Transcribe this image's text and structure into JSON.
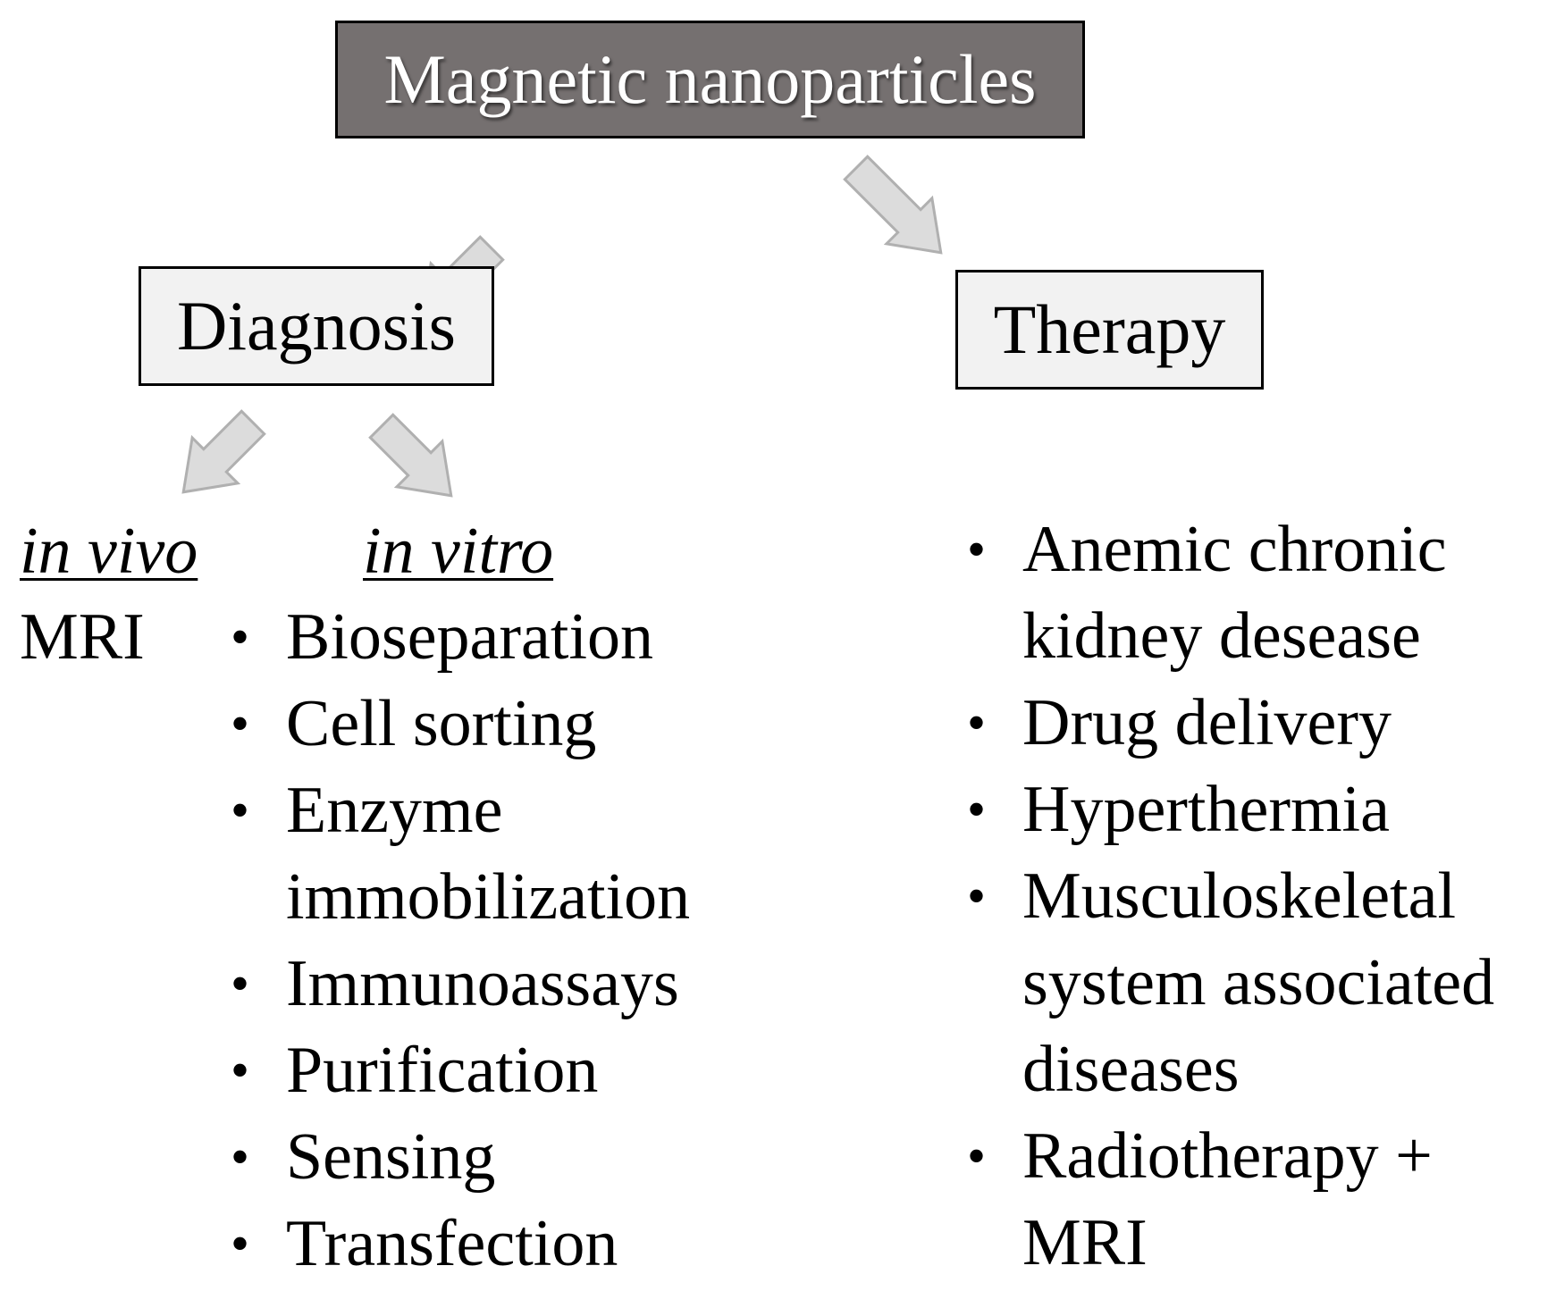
{
  "root": {
    "label": "Magnetic nanoparticles"
  },
  "diagnosis": {
    "label": "Diagnosis",
    "in_vivo": {
      "heading": "in vivo",
      "items": [
        "MRI"
      ]
    },
    "in_vitro": {
      "heading": "in vitro",
      "items": [
        "Bioseparation",
        "Cell sorting",
        "Enzyme",
        "immobilization",
        "Immunoassays",
        "Purification",
        "Sensing",
        "Transfection"
      ]
    }
  },
  "therapy": {
    "label": "Therapy",
    "items": [
      "Anemic chronic",
      "kidney desease",
      "Drug delivery",
      "Hyperthermia",
      "Musculoskeletal",
      "system associated",
      "diseases",
      "Radiotherapy +",
      "MRI"
    ]
  },
  "bullet_symbol": "•",
  "colors": {
    "root_fill": "#757070",
    "box_fill": "#f2f2f2",
    "arrow_fill": "#dcdcdc",
    "arrow_stroke": "#b0b0b0"
  }
}
